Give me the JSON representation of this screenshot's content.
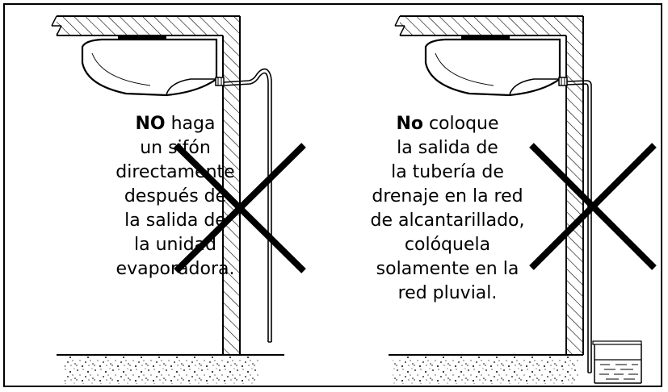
{
  "panels": [
    {
      "id": "left",
      "emphasis": "NO",
      "lines": [
        " haga",
        "un sifón",
        "directamente",
        "después de",
        "la salida de",
        "la unidad",
        "evaporadora."
      ]
    },
    {
      "id": "right",
      "emphasis": "No",
      "lines": [
        " coloque",
        "la salida de",
        "la tubería de",
        "drenaje en la red",
        "de alcantarillado,",
        "colóquela",
        "solamente en la",
        "red pluvial."
      ]
    }
  ],
  "colors": {
    "ink": "#000000",
    "paper": "#ffffff"
  },
  "icons": [
    "wall-hatch",
    "ceiling-hatch",
    "evaporator-unit",
    "drain-pipe",
    "trap-loop",
    "prohibition-x",
    "ground-gravel",
    "rain-drain-basin"
  ]
}
